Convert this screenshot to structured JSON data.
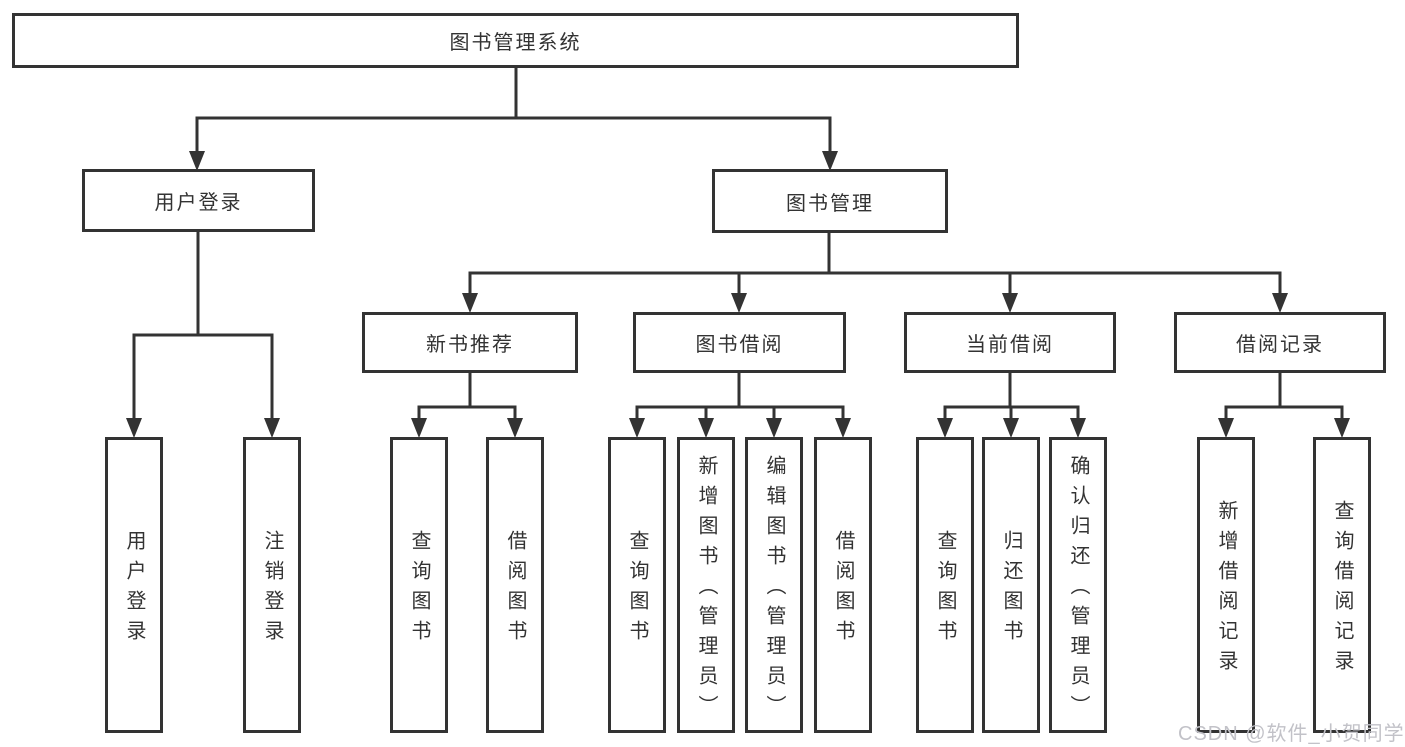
{
  "diagram": {
    "root": {
      "label": "图书管理系统"
    },
    "level2": {
      "user_login": {
        "label": "用户登录"
      },
      "book_mgmt": {
        "label": "图书管理"
      }
    },
    "level3": {
      "new_book_rec": {
        "label": "新书推荐"
      },
      "book_borrow": {
        "label": "图书借阅"
      },
      "current_borrow": {
        "label": "当前借阅"
      },
      "borrow_records": {
        "label": "借阅记录"
      }
    },
    "leaves": {
      "user_login": {
        "label": "用户登录"
      },
      "logout": {
        "label": "注销登录"
      },
      "rec_query_books": {
        "label": "查询图书"
      },
      "rec_borrow_books": {
        "label": "借阅图书"
      },
      "bor_query_books": {
        "label": "查询图书"
      },
      "bor_add_books": {
        "label": "新增图书（管理员）"
      },
      "bor_edit_books": {
        "label": "编辑图书（管理员）"
      },
      "bor_borrow_books": {
        "label": "借阅图书"
      },
      "cur_query_books": {
        "label": "查询图书"
      },
      "cur_return_books": {
        "label": "归还图书"
      },
      "cur_confirm_return": {
        "label": "确认归还（管理员）"
      },
      "hist_add_record": {
        "label": "新增借阅记录"
      },
      "hist_query_record": {
        "label": "查询借阅记录"
      }
    }
  },
  "watermark": {
    "text": "CSDN @软件_小贺同学"
  },
  "colors": {
    "line": "#333333",
    "text": "#333333",
    "background": "#ffffff",
    "watermark": "#c2c2c8"
  }
}
